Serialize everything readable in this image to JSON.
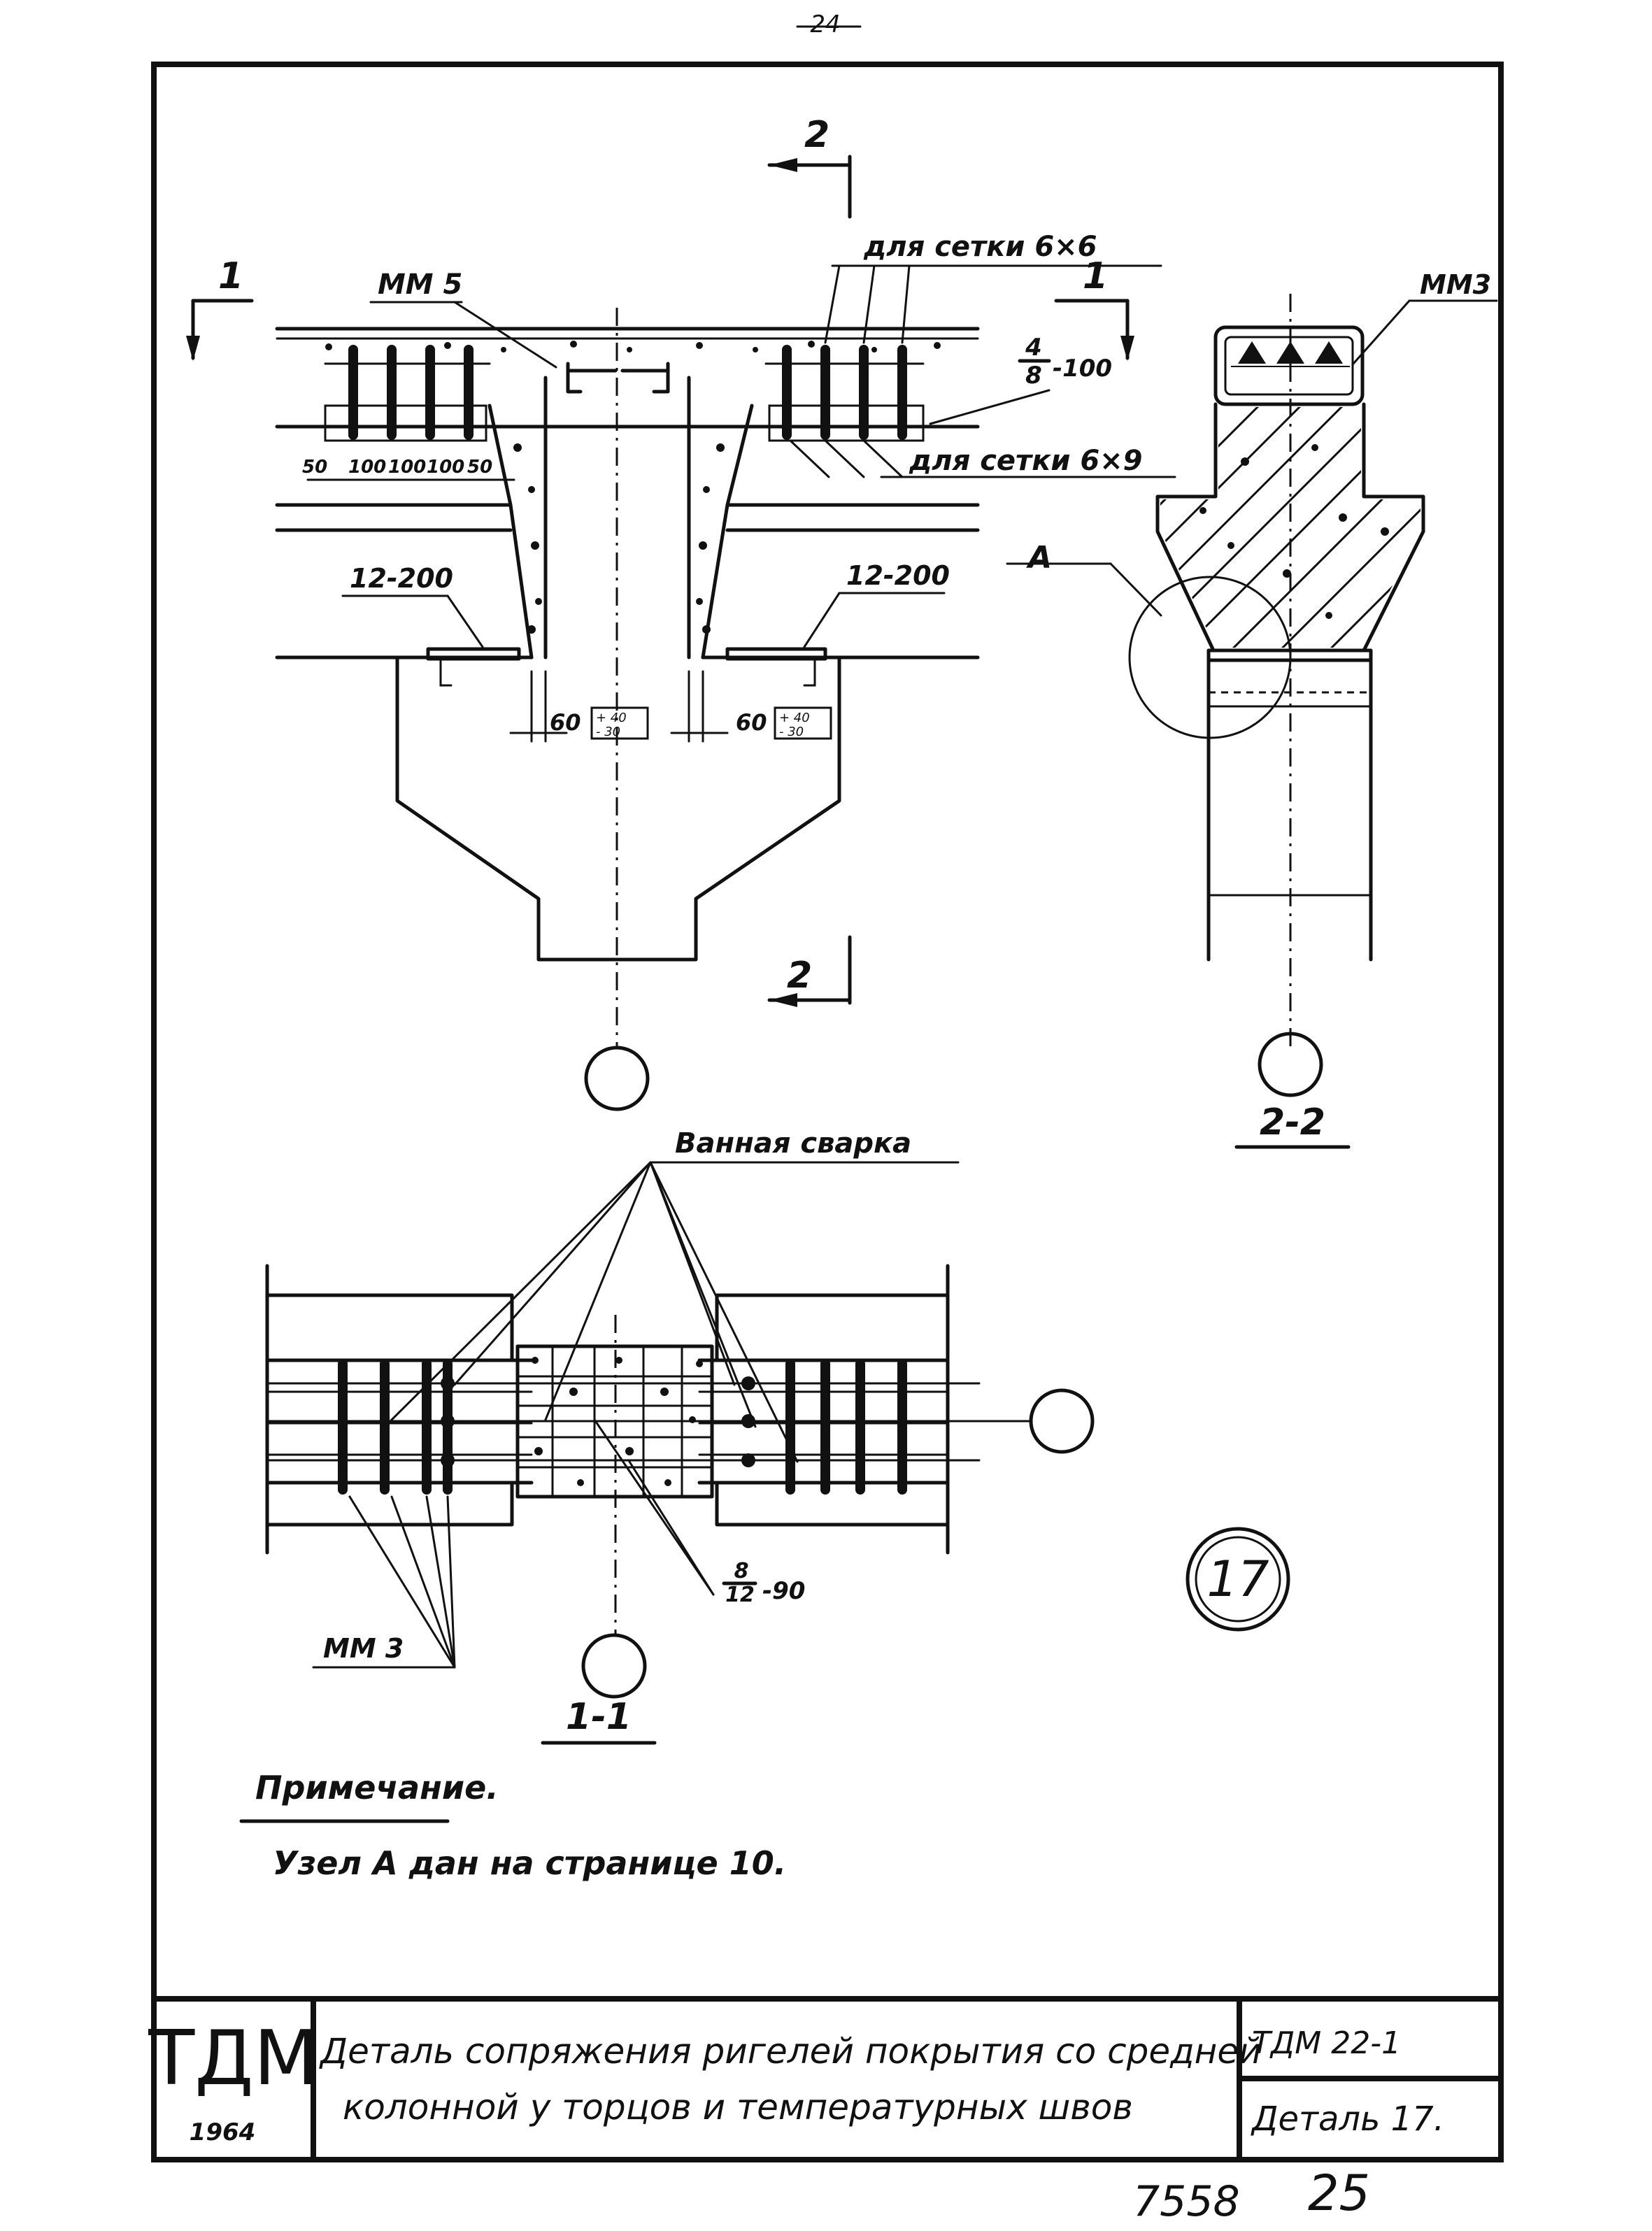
{
  "page": {
    "top_number": "24",
    "bottom_code": "7558",
    "bottom_number": "25"
  },
  "elevation": {
    "section_marks": {
      "left": "1",
      "right": "1",
      "top": "2",
      "bottom": "2"
    },
    "labels": {
      "mm5": "MM 5",
      "mesh_6x6": "для сетки 6×6",
      "mesh_6x9": "для сетки 6×9",
      "bars_top": "4",
      "bars_bottom": "8",
      "bars_spacing": "-100",
      "bolt_left": "12-200",
      "bolt_right": "12-200",
      "dims": [
        "50",
        "100",
        "100",
        "100",
        "50"
      ],
      "tol_left": "60",
      "tol_right": "60",
      "tol_box_plus": "+ 40",
      "tol_box_minus": "- 30"
    }
  },
  "section22": {
    "title": "2-2",
    "mm3": "MM3",
    "node": "A"
  },
  "section11": {
    "title": "1-1",
    "welding": "Ванная сварка",
    "mm3": "MM 3",
    "bars_top": "8",
    "bars_bottom": "12",
    "bars_spacing": "-90"
  },
  "detail_stamp": "17",
  "note": {
    "heading": "Примечание.",
    "text": "Узел A дан на странице 10."
  },
  "title_block": {
    "logo": "ТДМ",
    "year": "1964",
    "title_line1": "Деталь сопряжения ригелей покрытия со средней",
    "title_line2": "колонной у торцов и температурных швов",
    "series": "ТДМ 22-1",
    "sheet": "Деталь 17."
  }
}
